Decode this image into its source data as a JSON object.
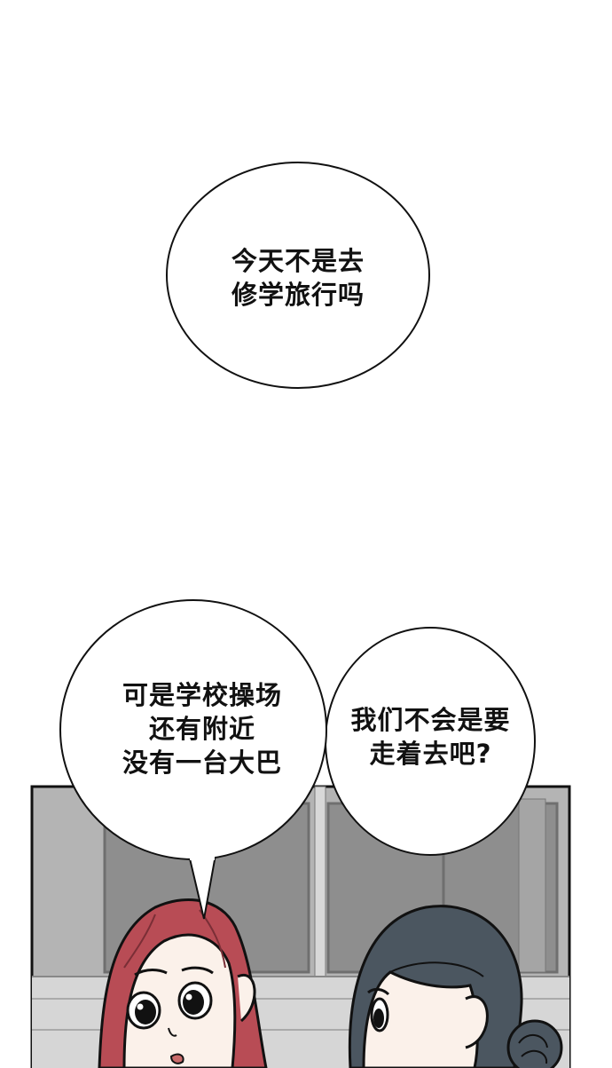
{
  "bubbles": {
    "top": {
      "lines": [
        "今天不是去",
        "修学旅行吗"
      ]
    },
    "left": {
      "lines": [
        "可是学校操场",
        "还有附近",
        "没有一台大巴"
      ]
    },
    "right": {
      "lines": [
        "我们不会是要",
        "走着去吧?"
      ]
    }
  },
  "colors": {
    "background": "#ffffff",
    "panel_wall": "#b4b4b4",
    "window_glass": "#8e8e8e",
    "red_hair": "#b84c55",
    "dark_hair": "#4b5660",
    "skin": "#fbf1ea",
    "outline": "#111111"
  }
}
